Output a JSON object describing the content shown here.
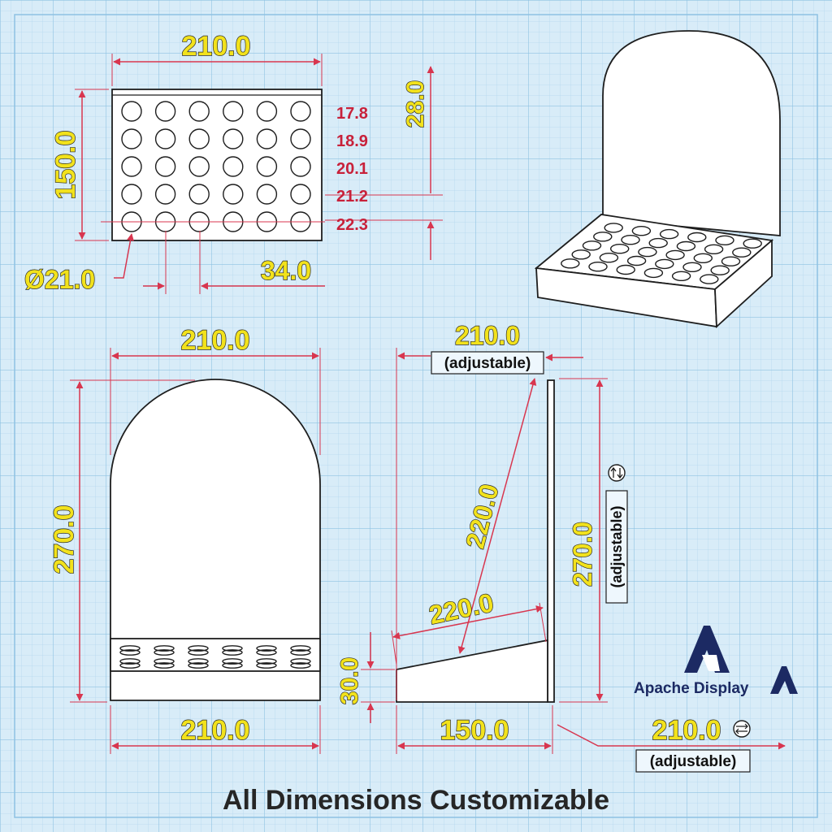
{
  "colors": {
    "background": "#d8ecf8",
    "grid_minor": "#b6d8ee",
    "grid_major": "#8ec2e2",
    "dimension_line": "#d8364f",
    "dimension_text_fill": "#f2e21c",
    "hole_offset_text": "#c8213a",
    "brand": "#1c2a63"
  },
  "top_view": {
    "width_label": "210.0",
    "height_label": "150.0",
    "depth_label": "28.0",
    "hole_diameter_label": "Ø21.0",
    "hole_pitch_label": "34.0",
    "hole_rows": 5,
    "hole_columns": 6,
    "row_offsets": [
      "17.8",
      "18.9",
      "20.1",
      "21.2",
      "22.3"
    ]
  },
  "front_view": {
    "top_width_label": "210.0",
    "height_label": "270.0",
    "bottom_width_label": "210.0",
    "base_height_label": "30.0",
    "hole_rows": 2,
    "hole_columns": 6
  },
  "side_view": {
    "top_width_label": "210.0",
    "top_adjustable_label": "(adjustable)",
    "diagonal_back_label": "220.0",
    "diagonal_base_label": "220.0",
    "height_label": "270.0",
    "height_adjustable_label": "(adjustable)",
    "base_depth_label": "150.0",
    "extend_width_label": "210.0",
    "extend_adjustable_label": "(adjustable)"
  },
  "brand": {
    "name": "Apache Display",
    "logo_letter": "A"
  },
  "footer": {
    "caption": "All Dimensions Customizable"
  }
}
